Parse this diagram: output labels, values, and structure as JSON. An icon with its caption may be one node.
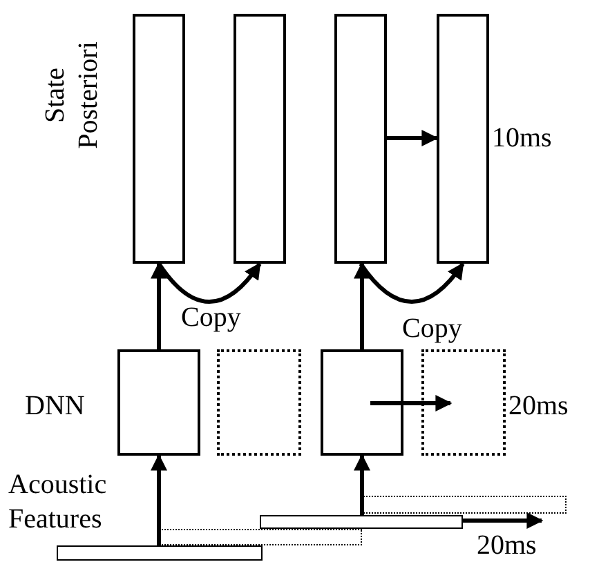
{
  "diagram": {
    "nodes": [
      {
        "text": [],
        "shape": "box"
      },
      {
        "text": [],
        "shape": "box"
      },
      {
        "text": [],
        "shape": "box"
      },
      {
        "text": [],
        "shape": "box",
        "beside": [
          "10ms"
        ]
      },
      {
        "text": [],
        "shape": "box"
      },
      {
        "text": [],
        "shape": "box"
      },
      {
        "text": [],
        "shape": "box"
      },
      {
        "text": [],
        "shape": "box"
      },
      {
        "text": [],
        "shape": "bar"
      },
      {
        "text": [],
        "shape": "bar"
      },
      {
        "text": [],
        "shape": "bar"
      },
      {
        "text": [],
        "shape": "bar"
      }
    ],
    "edges": [
      {
        "from": 4,
        "to": 0,
        "arrow": "to"
      },
      {
        "from": 0,
        "to": 1,
        "arrow": "to",
        "label": "Copy"
      },
      {
        "from": 6,
        "to": 2,
        "arrow": "to"
      },
      {
        "from": 2,
        "to": 3,
        "arrow": "to",
        "label": "Copy"
      },
      {
        "from": 2,
        "to": 3,
        "arrow": "to"
      },
      {
        "from": 6,
        "to": 7,
        "arrow": "to"
      },
      {
        "from": 8,
        "to": 4,
        "arrow": "to"
      },
      {
        "from": 10,
        "to": 6,
        "arrow": "to"
      },
      {
        "from": 10,
        "to": 11,
        "arrow": "to"
      }
    ],
    "labels": [
      "State Posteriori",
      "DNN",
      "20ms",
      "Acoustic Features",
      "20ms"
    ]
  }
}
